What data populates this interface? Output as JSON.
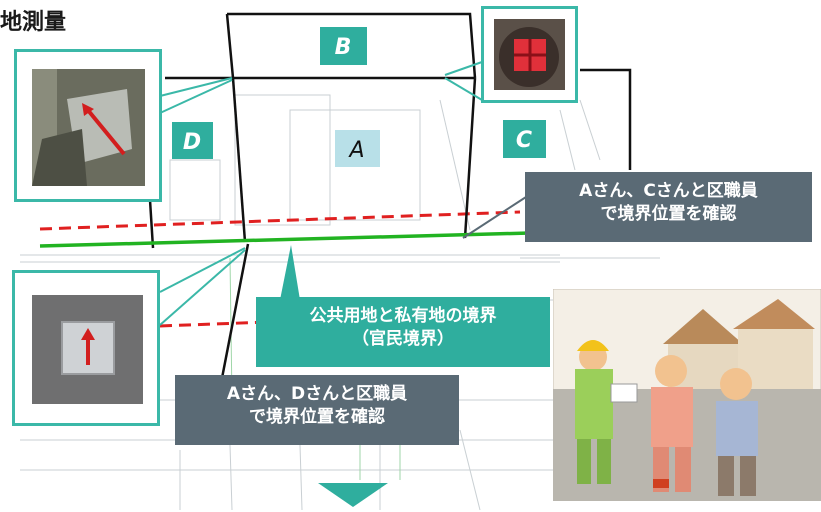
{
  "title": "地測量",
  "labels": {
    "a": "A",
    "b": "B",
    "c": "C",
    "d": "D"
  },
  "callouts": {
    "ac_line1": "Aさん、Cさんと区職員",
    "ac_line2": "で境界位置を確認",
    "boundary_line1": "公共用地と私有地の境界",
    "boundary_line2": "（官民境界）",
    "ad_line1": "Aさん、Dさんと区職員",
    "ad_line2": "で境界位置を確認"
  },
  "colors": {
    "accent_teal": "#2fae9e",
    "callout_dark": "#5a6a75",
    "public_boundary": "#22b322",
    "setback_line": "#e02020",
    "parcel_outline": "#111111"
  },
  "icons": [
    "boundary-marker-photo",
    "red-cross-marker-photo",
    "arrow-plate-photo",
    "survey-illustration",
    "down-arrow-icon"
  ]
}
